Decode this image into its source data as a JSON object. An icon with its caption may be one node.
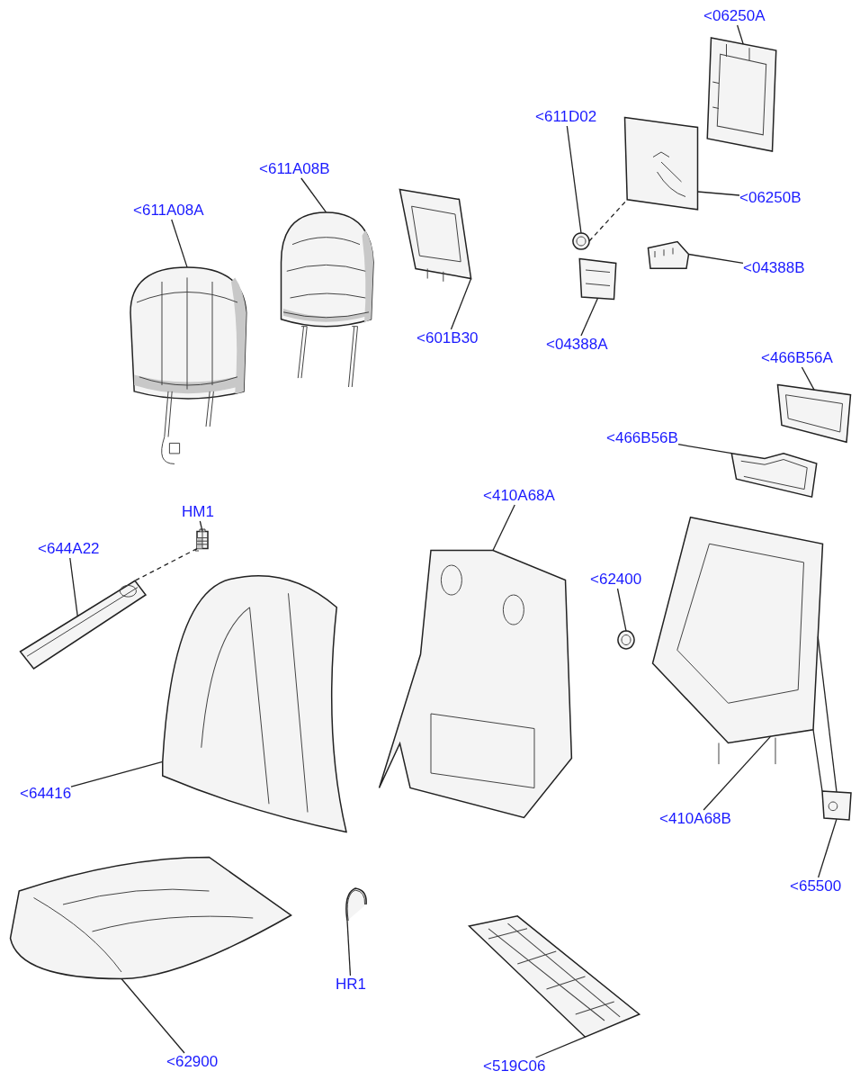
{
  "diagram": {
    "nodes": [
      {
        "text": [
          "<06250A"
        ]
      },
      {
        "text": [
          "<611D02"
        ]
      },
      {
        "text": [
          "<06250B"
        ]
      },
      {
        "text": [
          "<611A08B"
        ]
      },
      {
        "text": [
          "<611A08A"
        ]
      },
      {
        "text": [
          "<601B30"
        ]
      },
      {
        "text": [
          "<04388B"
        ]
      },
      {
        "text": [
          "<04388A"
        ]
      },
      {
        "text": [
          "<466B56A"
        ]
      },
      {
        "text": [
          "<466B56B"
        ]
      },
      {
        "text": [
          "HM1"
        ]
      },
      {
        "text": [
          "<644A22"
        ]
      },
      {
        "text": [
          "<410A68A"
        ]
      },
      {
        "text": [
          "<62400"
        ]
      },
      {
        "text": [
          "<64416"
        ]
      },
      {
        "text": [
          "<410A68B"
        ]
      },
      {
        "text": [
          "<65500"
        ]
      },
      {
        "text": [
          "<62900"
        ]
      },
      {
        "text": [
          "HR1"
        ]
      },
      {
        "text": [
          "<519C06"
        ]
      },
      {
        "text": [],
        "shape": "picture"
      },
      {
        "text": [],
        "shape": "picture"
      },
      {
        "text": [],
        "shape": "picture"
      },
      {
        "text": [],
        "shape": "picture"
      },
      {
        "text": [],
        "shape": "picture"
      },
      {
        "text": [],
        "shape": "picture"
      },
      {
        "text": [],
        "shape": "picture"
      },
      {
        "text": [],
        "shape": "picture"
      },
      {
        "text": [],
        "shape": "picture"
      },
      {
        "text": [],
        "shape": "picture"
      },
      {
        "text": [],
        "shape": "picture"
      },
      {
        "text": [],
        "shape": "picture"
      },
      {
        "text": [],
        "shape": "picture"
      },
      {
        "text": [],
        "shape": "picture"
      },
      {
        "text": [],
        "shape": "picture"
      },
      {
        "text": [],
        "shape": "picture"
      },
      {
        "text": [],
        "shape": "picture"
      },
      {
        "text": [],
        "shape": "picture"
      },
      {
        "text": [],
        "shape": "picture"
      },
      {
        "text": [],
        "shape": "picture"
      }
    ],
    "edges": [
      {
        "from": 0,
        "to": 20,
        "arrow": "none"
      },
      {
        "from": 1,
        "to": 21,
        "arrow": "none"
      },
      {
        "from": 2,
        "to": 22,
        "arrow": "none"
      },
      {
        "from": 3,
        "to": 23,
        "arrow": "none"
      },
      {
        "from": 4,
        "to": 24,
        "arrow": "none"
      },
      {
        "from": 5,
        "to": 25,
        "arrow": "none"
      },
      {
        "from": 6,
        "to": 26,
        "arrow": "none"
      },
      {
        "from": 7,
        "to": 27,
        "arrow": "none"
      },
      {
        "from": 8,
        "to": 28,
        "arrow": "none"
      },
      {
        "from": 9,
        "to": 29,
        "arrow": "none"
      },
      {
        "from": 10,
        "to": 30,
        "arrow": "none"
      },
      {
        "from": 11,
        "to": 31,
        "arrow": "none"
      },
      {
        "from": 12,
        "to": 32,
        "arrow": "none"
      },
      {
        "from": 13,
        "to": 33,
        "arrow": "none"
      },
      {
        "from": 14,
        "to": 34,
        "arrow": "none"
      },
      {
        "from": 15,
        "to": 35,
        "arrow": "none"
      },
      {
        "from": 16,
        "to": 36,
        "arrow": "none"
      },
      {
        "from": 17,
        "to": 37,
        "arrow": "none"
      },
      {
        "from": 18,
        "to": 38,
        "arrow": "none"
      },
      {
        "from": 19,
        "to": 39,
        "arrow": "none"
      },
      {
        "from": 21,
        "to": 22,
        "arrow": "none",
        "style": "dashed"
      },
      {
        "from": 30,
        "to": 31,
        "arrow": "none",
        "style": "dashed"
      },
      {
        "from": 36,
        "to": 35,
        "arrow": "none"
      },
      {
        "from": 36,
        "to": 35,
        "arrow": "none"
      }
    ]
  }
}
